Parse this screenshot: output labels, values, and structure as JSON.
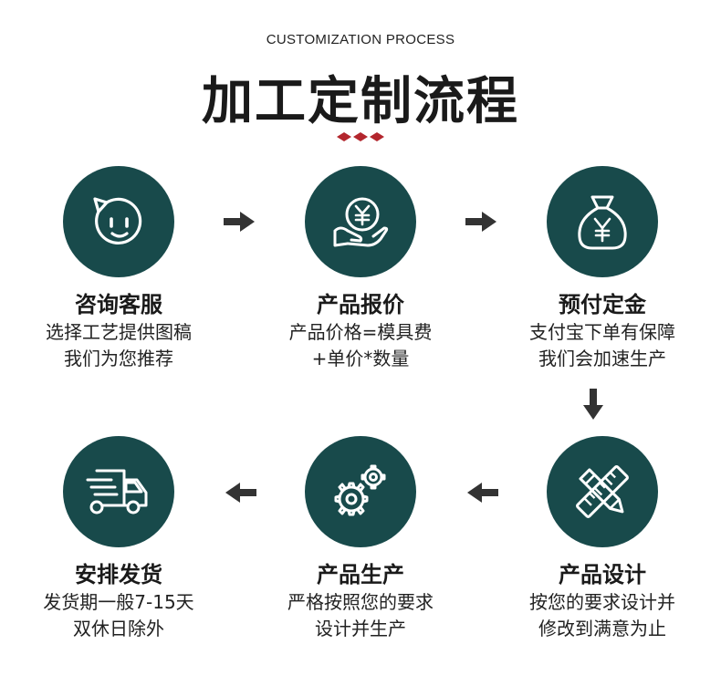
{
  "header": {
    "subtitle": "CUSTOMIZATION PROCESS",
    "title": "加工定制流程"
  },
  "colors": {
    "circle": "#184a4b",
    "accent": "#b3262d",
    "arrow": "#333333"
  },
  "steps": [
    {
      "icon": "chat-face-icon",
      "title": "咨询客服",
      "line1": "选择工艺提供图稿",
      "line2": "我们为您推荐"
    },
    {
      "icon": "yen-hand-icon",
      "title": "产品报价",
      "line1": "产品价格=模具费",
      "line2": "+单价*数量"
    },
    {
      "icon": "money-bag-icon",
      "title": "预付定金",
      "line1": "支付宝下单有保障",
      "line2": "我们会加速生产"
    },
    {
      "icon": "pencil-ruler-icon",
      "title": "产品设计",
      "line1": "按您的要求设计并",
      "line2": "修改到满意为止"
    },
    {
      "icon": "gears-icon",
      "title": "产品生产",
      "line1": "严格按照您的要求",
      "line2": "设计并生产"
    },
    {
      "icon": "delivery-truck-icon",
      "title": "安排发货",
      "line1": "发货期一般7-15天",
      "line2": "双休日除外"
    }
  ]
}
